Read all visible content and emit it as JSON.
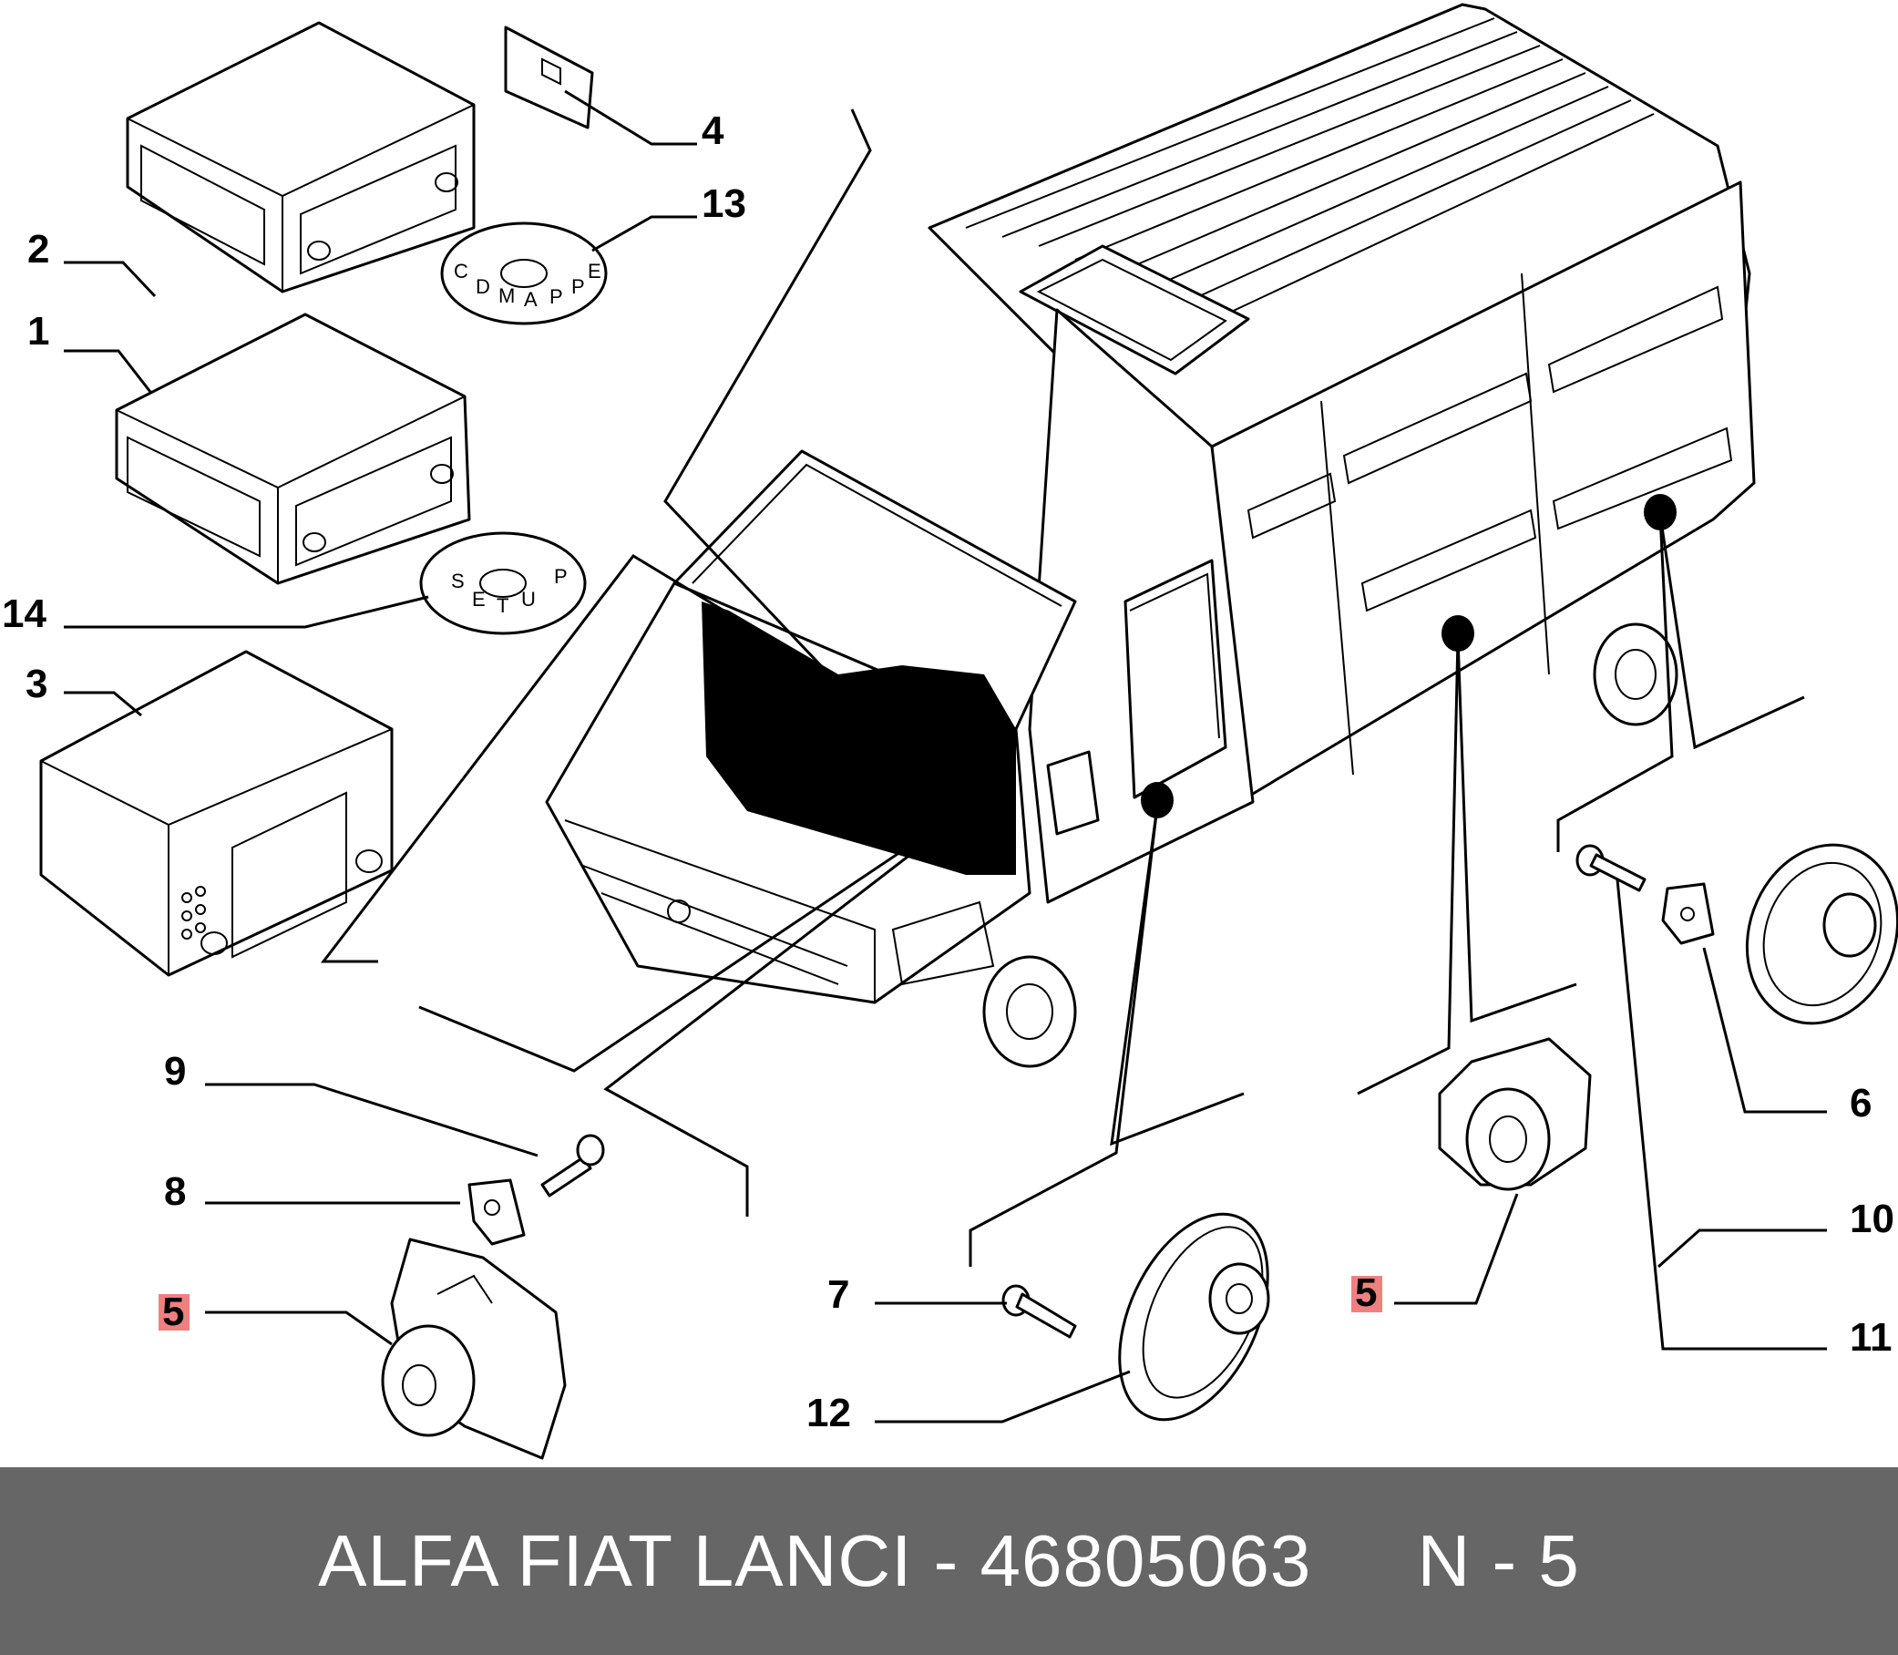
{
  "footer": {
    "title": "ALFA FIAT LANCI - 46805063     N - 5",
    "background": "#666666",
    "text_color": "#ffffff"
  },
  "highlight_color": "#f08080",
  "callouts": [
    {
      "id": "c1",
      "label": "1",
      "highlighted": false
    },
    {
      "id": "c2",
      "label": "2",
      "highlighted": false
    },
    {
      "id": "c3",
      "label": "3",
      "highlighted": false
    },
    {
      "id": "c4",
      "label": "4",
      "highlighted": false
    },
    {
      "id": "c5a",
      "label": "5",
      "highlighted": true
    },
    {
      "id": "c5b",
      "label": "5",
      "highlighted": true
    },
    {
      "id": "c6",
      "label": "6",
      "highlighted": false
    },
    {
      "id": "c7",
      "label": "7",
      "highlighted": false
    },
    {
      "id": "c8",
      "label": "8",
      "highlighted": false
    },
    {
      "id": "c9",
      "label": "9",
      "highlighted": false
    },
    {
      "id": "c10",
      "label": "10",
      "highlighted": false
    },
    {
      "id": "c11",
      "label": "11",
      "highlighted": false
    },
    {
      "id": "c12",
      "label": "12",
      "highlighted": false
    },
    {
      "id": "c13",
      "label": "13",
      "highlighted": false
    },
    {
      "id": "c14",
      "label": "14",
      "highlighted": false
    }
  ],
  "discs": {
    "mappe_letters": [
      "C",
      "D",
      "M",
      "A",
      "P",
      "P",
      "E"
    ],
    "setup_letters": [
      "S",
      "E",
      "T",
      "U",
      "P"
    ]
  }
}
